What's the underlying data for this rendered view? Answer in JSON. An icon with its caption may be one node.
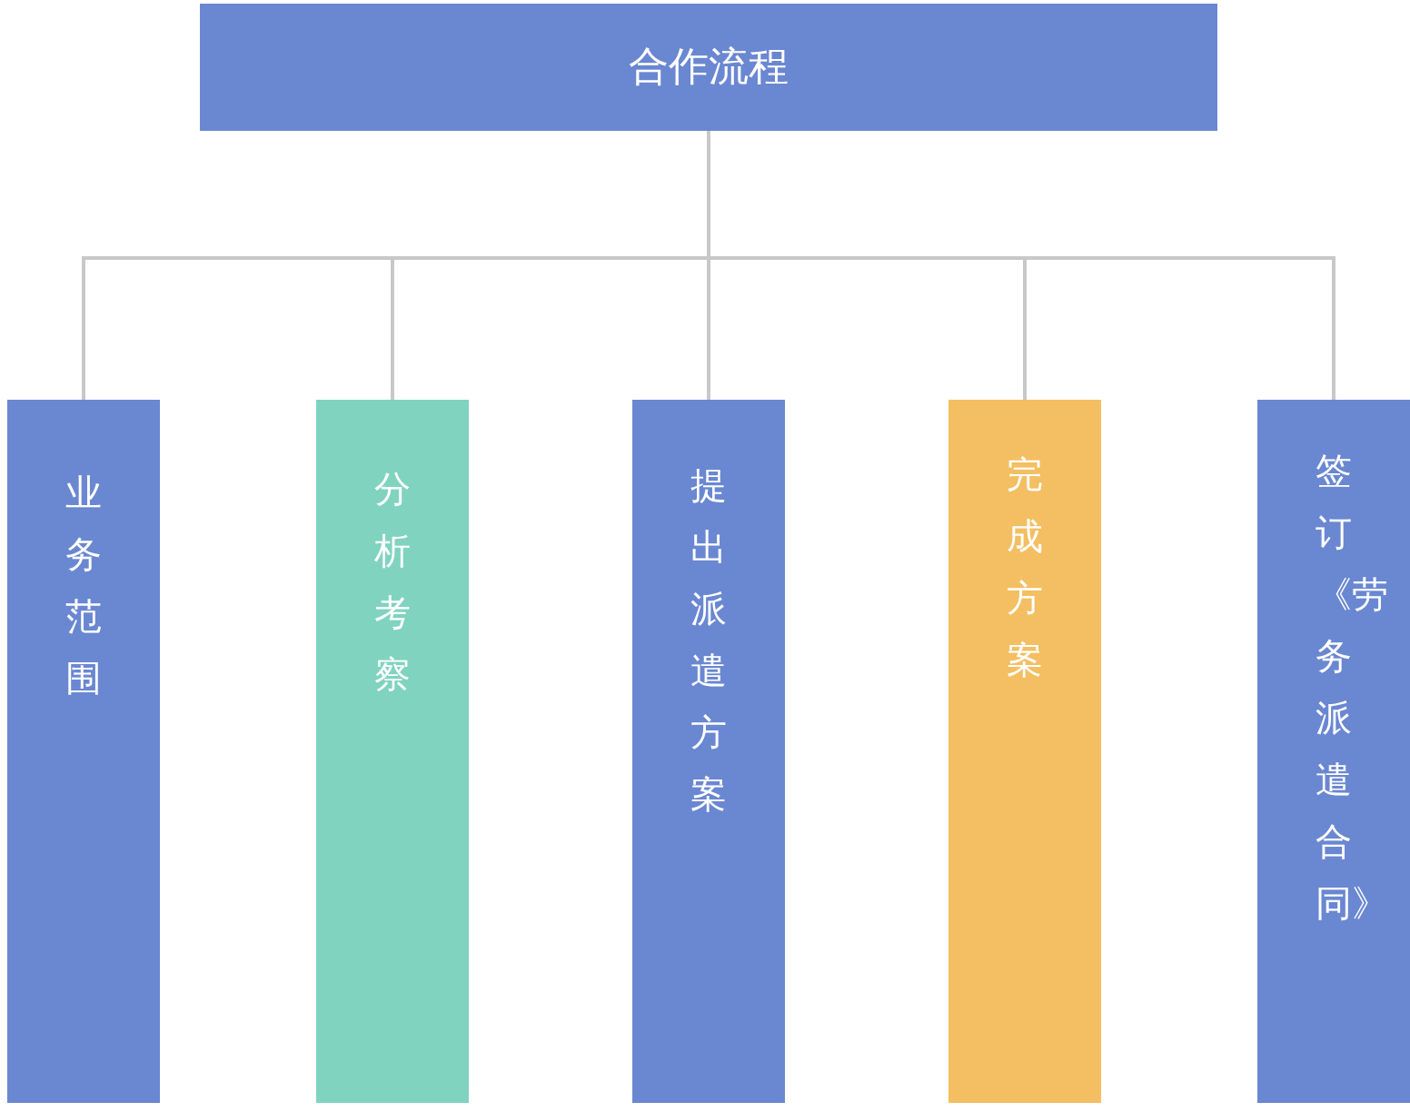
{
  "diagram": {
    "nodes": [
      {
        "text": [
          "合作流程"
        ]
      },
      {
        "text": [
          "业务范围"
        ]
      },
      {
        "text": [
          "分析考察"
        ]
      },
      {
        "text": [
          "提出派遣方案"
        ]
      },
      {
        "text": [
          "完成方案"
        ]
      },
      {
        "text": [
          "签订《劳务派遣合同》"
        ]
      }
    ],
    "edges": [
      {
        "from": 0,
        "to": 1,
        "arrow": "none"
      },
      {
        "from": 0,
        "to": 2,
        "arrow": "none"
      },
      {
        "from": 0,
        "to": 3,
        "arrow": "none"
      },
      {
        "from": 0,
        "to": 4,
        "arrow": "none"
      },
      {
        "from": 0,
        "to": 5,
        "arrow": "none"
      }
    ]
  }
}
